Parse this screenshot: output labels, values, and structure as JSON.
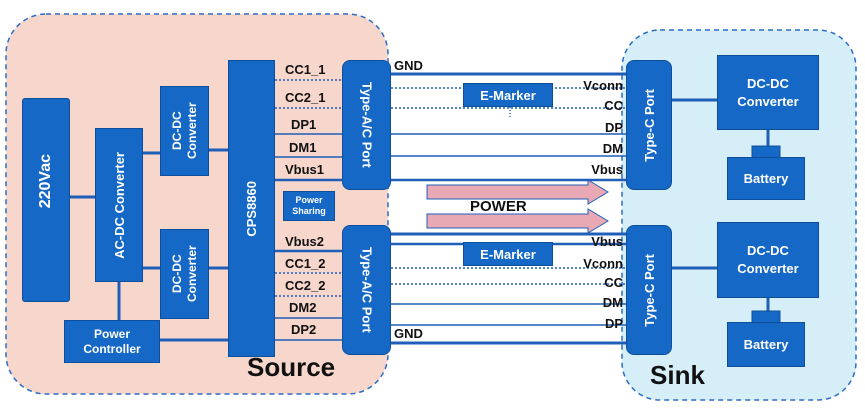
{
  "source": {
    "label": "Source",
    "ac_input": "220Vac",
    "ac_dc": "AC-DC Converter",
    "dcdc_top": "DC-DC Converter",
    "dcdc_bottom": "DC-DC Converter",
    "power_controller": "Power Controller",
    "chip": "CPS8860",
    "power_sharing": "Power Sharing",
    "port_top": "Type-A/C Port",
    "port_bottom": "Type-A/C Port"
  },
  "sink": {
    "label": "Sink",
    "port_top": "Type-C Port",
    "port_bottom": "Type-C Port",
    "dcdc_top": "DC-DC Converter",
    "dcdc_bottom": "DC-DC Converter",
    "battery_top": "Battery",
    "battery_bottom": "Battery"
  },
  "signals": {
    "chip_top": [
      "CC1_1",
      "CC2_1",
      "DP1",
      "DM1",
      "Vbus1"
    ],
    "chip_bottom": [
      "Vbus2",
      "CC1_2",
      "CC2_2",
      "DM2",
      "DP2"
    ],
    "sink_top": [
      "Vconn",
      "CC",
      "DP",
      "DM",
      "Vbus"
    ],
    "sink_bottom": [
      "Vbus",
      "Vconn",
      "CC",
      "DM",
      "DP"
    ],
    "gnd_top": "GND",
    "gnd_bottom": "GND"
  },
  "cable": {
    "emarker_top": "E-Marker",
    "emarker_bottom": "E-Marker",
    "power": "POWER"
  },
  "colors": {
    "block": "#1668c7",
    "source_bg": "#f7d6cb",
    "sink_bg": "#d6eef8",
    "wire": "#1f5fb8",
    "arrow": "#e8a9b4"
  }
}
